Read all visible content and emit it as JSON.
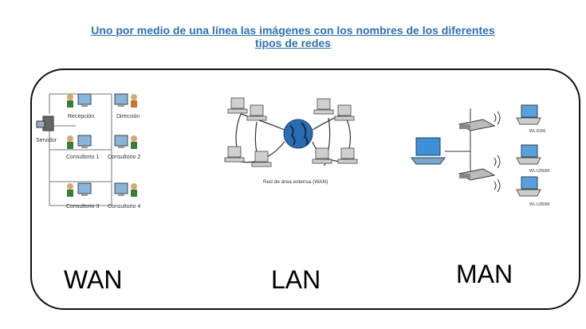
{
  "title": {
    "line1": "Uno por medio de una línea las imágenes con los nombres de los diferentes",
    "line2": "tipos de redes"
  },
  "diagram1": {
    "server_label": "Servidor",
    "nodes": [
      "Recepción",
      "Dirección",
      "Consultorio 1",
      "Consultorio 2",
      "Consultorio 3",
      "Consultorio 4"
    ]
  },
  "diagram2": {
    "caption": "Red de área extensa (WAN)"
  },
  "diagram3": {
    "device_labels": [
      "WL-8306",
      "WL-U356M",
      "WL-U356M"
    ]
  },
  "words": [
    "WAN",
    "LAN",
    "MAN"
  ],
  "colors": {
    "title": "#2e6fb0",
    "frame": "#111111"
  }
}
